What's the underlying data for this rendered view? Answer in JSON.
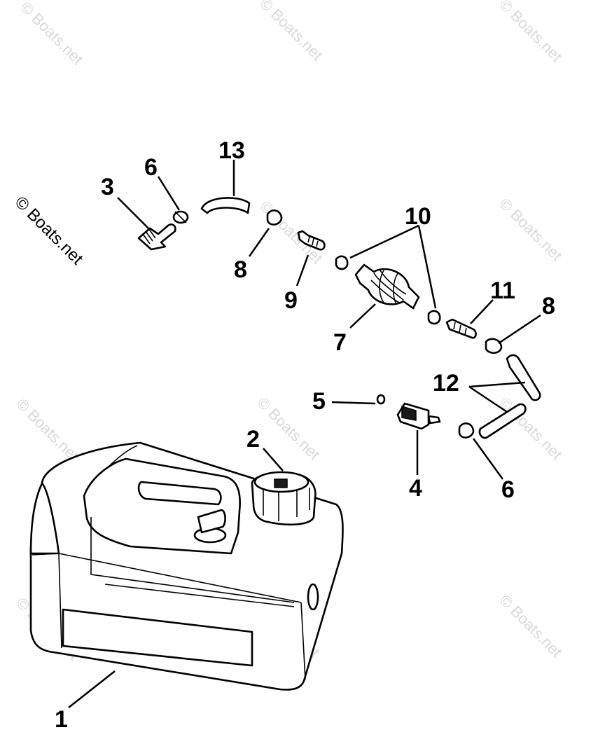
{
  "watermark": "© Boats.net",
  "callouts": {
    "c1": "1",
    "c2": "2",
    "c3": "3",
    "c4": "4",
    "c5": "5",
    "c6a": "6",
    "c6b": "6",
    "c7": "7",
    "c8a": "8",
    "c8b": "8",
    "c9": "9",
    "c10": "10",
    "c11": "11",
    "c12": "12",
    "c13": "13"
  }
}
